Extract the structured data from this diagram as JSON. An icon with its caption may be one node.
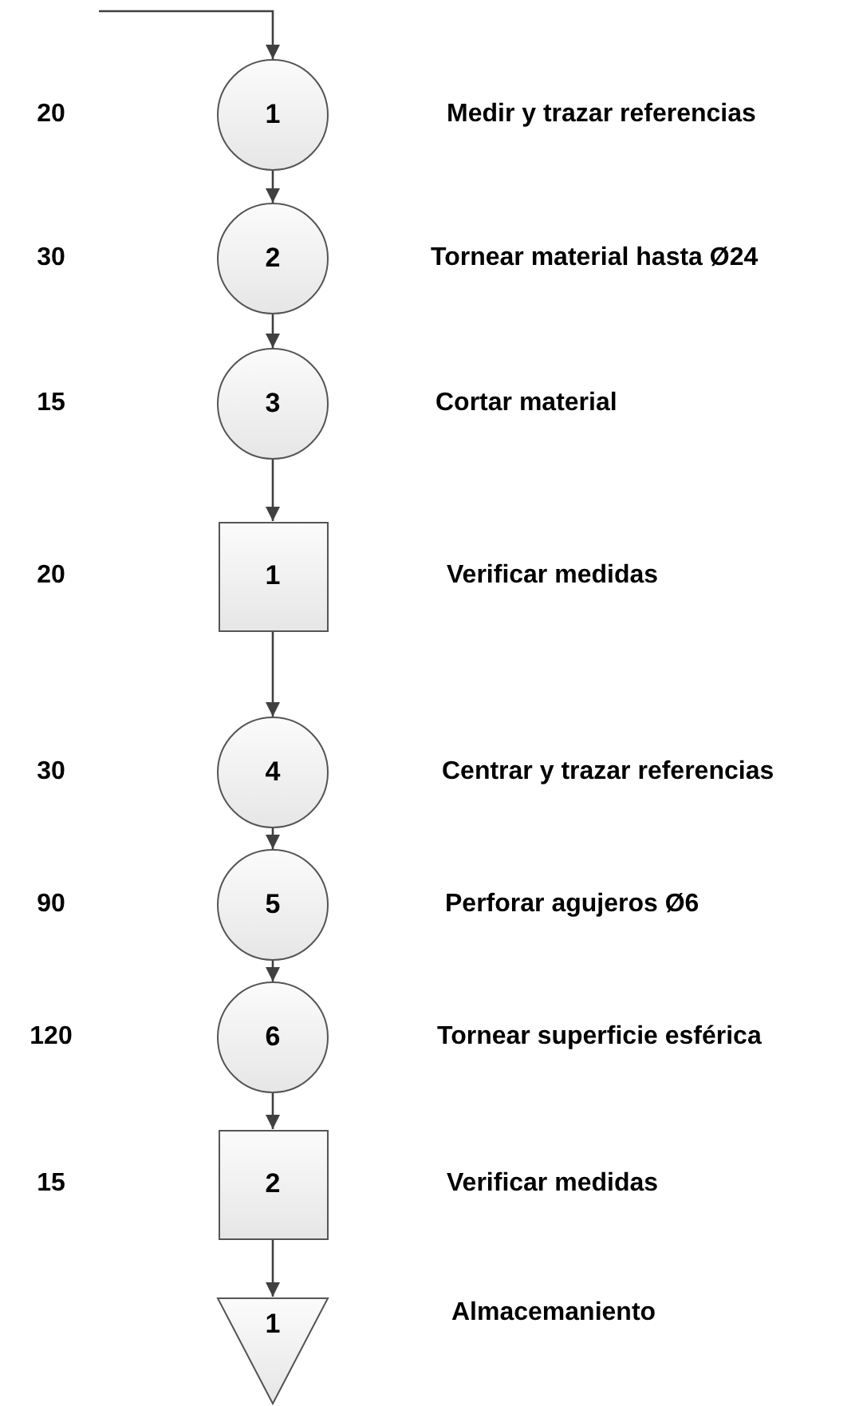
{
  "diagram": {
    "nodes": [
      {
        "text": [
          "1"
        ]
      },
      {
        "text": [
          "2"
        ]
      },
      {
        "text": [
          "3"
        ]
      },
      {
        "text": [
          "1"
        ]
      },
      {
        "text": [
          "4"
        ]
      },
      {
        "text": [
          "5"
        ]
      },
      {
        "text": [
          "6"
        ]
      },
      {
        "text": [
          "2"
        ]
      },
      {
        "text": [
          "1"
        ]
      }
    ],
    "edges": [
      {
        "from": null,
        "to": 0,
        "arrow": "to"
      },
      {
        "from": 0,
        "to": 1,
        "arrow": "to"
      },
      {
        "from": 1,
        "to": 2,
        "arrow": "to"
      },
      {
        "from": 2,
        "to": 3,
        "arrow": "to"
      },
      {
        "from": 3,
        "to": 4,
        "arrow": "to"
      },
      {
        "from": 4,
        "to": 5,
        "arrow": "to"
      },
      {
        "from": 5,
        "to": 6,
        "arrow": "to"
      },
      {
        "from": 6,
        "to": 7,
        "arrow": "to"
      },
      {
        "from": 7,
        "to": 8,
        "arrow": "to"
      }
    ],
    "labels": [
      "20",
      "Medir y trazar referencias",
      "30",
      "Tornear material hasta Ø24",
      "15",
      "Cortar material",
      "20",
      "Verificar medidas",
      "30",
      "Centrar y trazar referencias",
      "90",
      "Perforar agujeros Ø6",
      "120",
      "Tornear superficie esférica",
      "15",
      "Verificar medidas",
      "Almacemaniento"
    ]
  }
}
